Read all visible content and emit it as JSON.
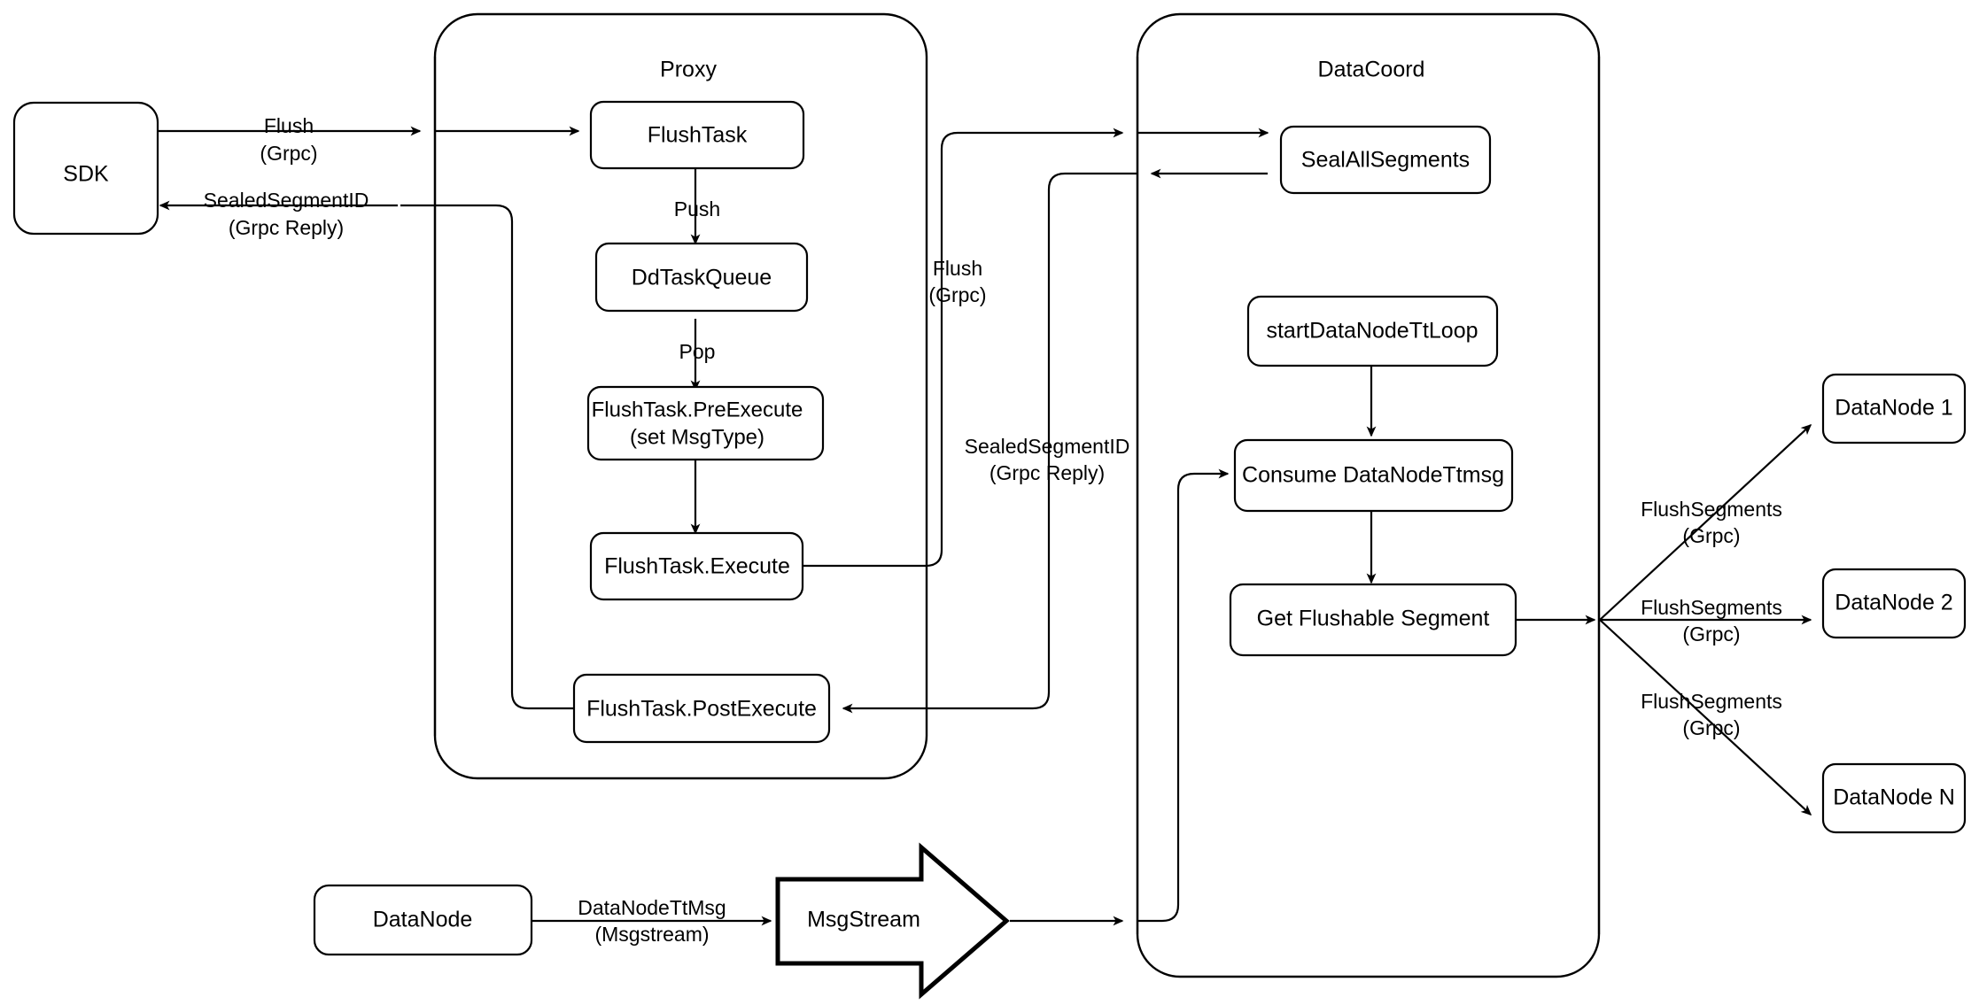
{
  "diagram": {
    "title": "Milvus Flush Flow",
    "background_color": "#ffffff",
    "line_color": "#000000",
    "shape_fill": "#ffffff"
  },
  "containers": [
    {
      "id": "proxy",
      "label": "Proxy"
    },
    {
      "id": "datacoord",
      "label": "DataCoord"
    }
  ],
  "nodes": {
    "sdk": {
      "label": "SDK"
    },
    "flush_task": {
      "label": "FlushTask"
    },
    "dd_task_queue": {
      "label": "DdTaskQueue"
    },
    "pre_execute_line1": {
      "label": "FlushTask.PreExecute"
    },
    "pre_execute_line2": {
      "label": "(set MsgType)"
    },
    "execute": {
      "label": "FlushTask.Execute"
    },
    "post_execute": {
      "label": "FlushTask.PostExecute"
    },
    "seal_all_segments": {
      "label": "SealAllSegments"
    },
    "start_tt_loop": {
      "label": "startDataNodeTtLoop"
    },
    "consume_tt_msg": {
      "label": "Consume DataNodeTtmsg"
    },
    "get_flushable": {
      "label": "Get Flushable Segment"
    },
    "datanode_1": {
      "label": "DataNode 1"
    },
    "datanode_2": {
      "label": "DataNode 2"
    },
    "datanode_n": {
      "label": "DataNode N"
    },
    "datanode_bottom": {
      "label": "DataNode"
    },
    "msgstream": {
      "label": "MsgStream"
    }
  },
  "edge_labels": {
    "sdk_to_proxy_l1": "Flush",
    "sdk_to_proxy_l2": "(Grpc)",
    "proxy_to_sdk_l1": "SealedSegmentID",
    "proxy_to_sdk_l2": "(Grpc Reply)",
    "push": "Push",
    "pop": "Pop",
    "proxy_to_coord_l1": "Flush",
    "proxy_to_coord_l2": "(Grpc)",
    "coord_to_proxy_l1": "SealedSegmentID",
    "coord_to_proxy_l2": "(Grpc Reply)",
    "flush_segments_1_l1": "FlushSegments",
    "flush_segments_1_l2": "(Grpc)",
    "flush_segments_2_l1": "FlushSegments",
    "flush_segments_2_l2": "(Grpc)",
    "flush_segments_n_l1": "FlushSegments",
    "flush_segments_n_l2": "(Grpc)",
    "datanode_tt_msg_l1": "DataNodeTtMsg",
    "datanode_tt_msg_l2": "(Msgstream)"
  }
}
